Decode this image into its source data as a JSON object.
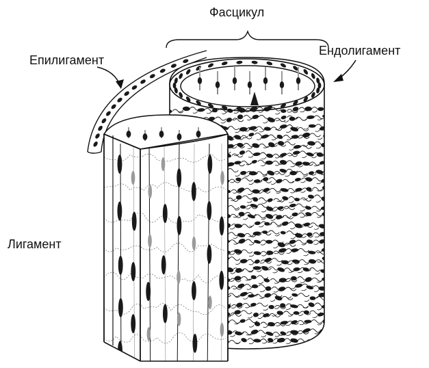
{
  "labels": {
    "fascicle": "Фасцикул",
    "epiligament": "Епилигамент",
    "endoligament": "Ендолигамент",
    "ligament": "Лигамент"
  },
  "colors": {
    "ink": "#111111",
    "cell_fill": "#1a1a1a",
    "faint_cell": "#9a9a9a",
    "background": "#ffffff"
  }
}
